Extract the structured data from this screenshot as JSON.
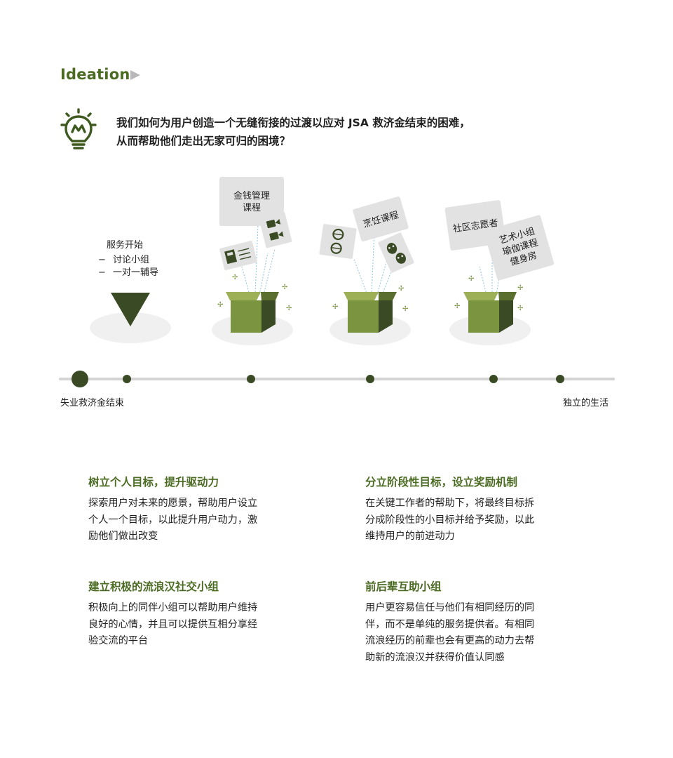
{
  "header": {
    "title": "Ideation"
  },
  "question": {
    "line1": "我们如何为用户创造一个无缝衔接的过渡以应对 JSA 救济金结束的困难，",
    "line2": "从而帮助他们走出无家可归的困境？"
  },
  "timeline": {
    "start_label": "失业救济金结束",
    "end_label": "独立的生活"
  },
  "service_start": {
    "title": "服务开始",
    "items": [
      "讨论小组",
      "一对一辅导"
    ]
  },
  "boxes": [
    {
      "cards": [
        "金钱管理",
        "课程"
      ]
    },
    {
      "cards": [
        "烹饪课程"
      ]
    },
    {
      "cards": [
        "社区志愿者",
        "艺术小组",
        "瑜伽课程",
        "健身房"
      ]
    }
  ],
  "cards": [
    {
      "title": "树立个人目标，提升驱动力",
      "lines": [
        "探索用户对未来的愿景，帮助用户设立",
        "个人一个目标，以此提升用户动力，激",
        "励他们做出改变"
      ]
    },
    {
      "title": "分立阶段性目标，设立奖励机制",
      "lines": [
        "在关键工作者的帮助下，将最终目标拆",
        "分成阶段性的小目标并给予奖励，以此",
        "维持用户的前进动力"
      ]
    },
    {
      "title": "建立积极的流浪汉社交小组",
      "lines": [
        "积极向上的同伴小组可以帮助用户维持",
        "良好的心情，并且可以提供互相分享经",
        "验交流的平台"
      ]
    },
    {
      "title": "前后辈互助小组",
      "lines": [
        "用户更容易信任与他们有相同经历的同",
        "伴，而不是单纯的服务提供者。有相同",
        "流浪经历的前辈也会有更高的动力去帮",
        "助新的流浪汉并获得价值认同感"
      ]
    }
  ],
  "colors": {
    "accent": "#4b6b22",
    "dark_green": "#3a4a25",
    "box_green": "#7b9440",
    "timeline": "#d4d4d4"
  }
}
